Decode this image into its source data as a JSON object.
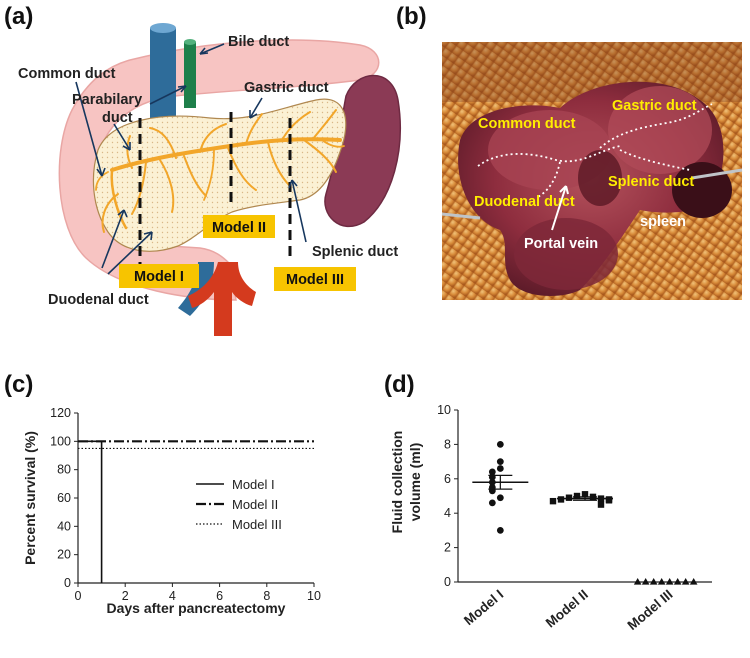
{
  "panel_a": {
    "label": "(a)",
    "annotations": {
      "bile_duct": "Bile duct",
      "common_duct": "Common duct",
      "parabilary_duct_line1": "Parabilary",
      "parabilary_duct_line2": "duct",
      "gastric_duct": "Gastric duct",
      "splenic_duct": "Splenic duct",
      "duodenal_duct": "Duodenal duct"
    },
    "models": {
      "model_1": "Model I",
      "model_2": "Model II",
      "model_3": "Model III"
    },
    "colors": {
      "pancreas_fill": "#fbf2d6",
      "duct": "#f2a62a",
      "duodenum": "#f6bcbc",
      "spleen": "#8b3a55",
      "vessel_blue": "#2e6c9a",
      "vessel_green": "#1e7f4a",
      "vessel_red": "#d43a1e",
      "label_box": "#f7c400"
    }
  },
  "panel_b": {
    "label": "(b)",
    "annotations": {
      "common_duct": "Common duct",
      "gastric_duct": "Gastric duct",
      "splenic_duct": "Splenic duct",
      "duodenal_duct": "Duodenal duct",
      "spleen": "spleen",
      "portal_vein": "Portal vein"
    }
  },
  "panel_c": {
    "label": "(c)",
    "chart_data": {
      "type": "line",
      "xlabel": "Days after pancreatectomy",
      "ylabel": "Percent survival (%)",
      "xlim": [
        0,
        10
      ],
      "ylim": [
        0,
        120
      ],
      "xticks": [
        "0",
        "2",
        "4",
        "6",
        "8",
        "10"
      ],
      "yticks": [
        "0",
        "20",
        "40",
        "60",
        "80",
        "100",
        "120"
      ],
      "legend_position": "center-right",
      "series": [
        {
          "name": "Model I",
          "style": "solid",
          "points": [
            [
              0,
              100
            ],
            [
              1,
              100
            ],
            [
              1,
              0
            ]
          ]
        },
        {
          "name": "Model II",
          "style": "dash-dot",
          "points": [
            [
              0,
              100
            ],
            [
              10,
              100
            ]
          ]
        },
        {
          "name": "Model III",
          "style": "dotted",
          "points": [
            [
              0,
              95
            ],
            [
              10,
              95
            ]
          ]
        }
      ]
    }
  },
  "panel_d": {
    "label": "(d)",
    "chart_data": {
      "type": "scatter",
      "ylabel_line1": "Fluid collection",
      "ylabel_line2": "volume (ml)",
      "ylim": [
        0,
        10
      ],
      "yticks": [
        "0",
        "2",
        "4",
        "6",
        "8",
        "10"
      ],
      "categories": [
        "Model I",
        "Model II",
        "Model III"
      ],
      "series": [
        {
          "category": "Model I",
          "marker": "circle",
          "mean": 5.8,
          "sem": 0.4,
          "values": [
            8.0,
            7.0,
            6.6,
            6.4,
            6.1,
            5.8,
            5.5,
            5.3,
            4.9,
            4.6,
            3.0
          ]
        },
        {
          "category": "Model II",
          "marker": "square",
          "mean": 4.85,
          "sem": 0.1,
          "values": [
            5.1,
            5.0,
            4.95,
            4.9,
            4.85,
            4.8,
            4.8,
            4.75,
            4.7,
            4.5
          ]
        },
        {
          "category": "Model III",
          "marker": "triangle",
          "mean": 0,
          "sem": 0,
          "values": [
            0,
            0,
            0,
            0,
            0,
            0,
            0,
            0
          ]
        }
      ]
    }
  }
}
